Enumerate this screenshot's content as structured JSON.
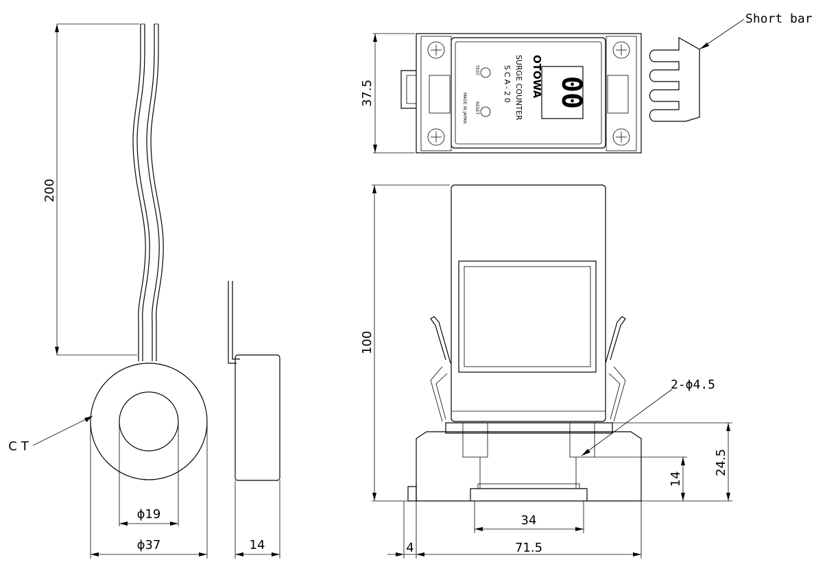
{
  "labels": {
    "short_bar": "Short bar",
    "ct": "CT"
  },
  "dimensions": {
    "lead_length": "200",
    "ct_inner_dia": "ϕ19",
    "ct_outer_dia": "ϕ37",
    "ct_thickness": "14",
    "top_height": "37.5",
    "body_height": "100",
    "mount_holes": "2-ϕ4.5",
    "base_height": "24.5",
    "foot_height": "14",
    "rail_width": "34",
    "offset": "4",
    "base_width": "71.5"
  },
  "panel": {
    "brand": "OTOWA",
    "product": "SURGE COUNTER",
    "model": "SCA-20",
    "test": "TEST",
    "reset": "RESET",
    "origin": "MADE IN JAPAN",
    "display_value": "00"
  }
}
